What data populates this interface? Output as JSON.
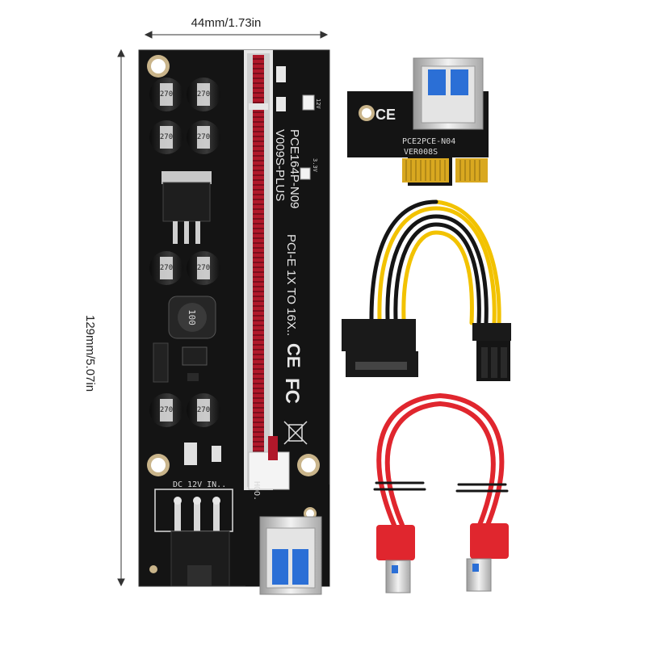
{
  "dimensions": {
    "width_label": "44mm/1.73in",
    "height_label": "129mm/5.07in"
  },
  "main_board": {
    "model_label": "PCE164P-N09",
    "version_label": "V009S-PLUS",
    "slot_label": "PCI-E 1X TO 16X..",
    "power_label": "DC 12V IN..",
    "ce_mark": "CE",
    "fc_mark": "FC",
    "inductor_label": "100",
    "capacitor_label": "270",
    "led_label_1": "12V",
    "led_label_2": "3.3V",
    "side_label": "HOO."
  },
  "adapter_card": {
    "model_label": "PCE2PCE-N04",
    "version_label": "VER008S",
    "ce_mark": "CE"
  },
  "colors": {
    "pcb": "#141414",
    "slot_red": "#b0182a",
    "usb_blue": "#2b6fd6",
    "cable_red": "#e0262e",
    "wire_yellow": "#f2c200",
    "wire_black": "#151515",
    "gold": "#d9a820"
  }
}
